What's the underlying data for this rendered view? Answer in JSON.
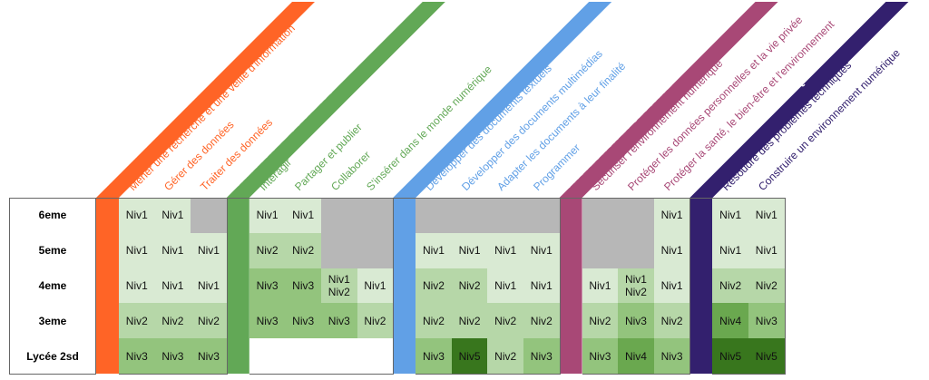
{
  "rows": [
    "6eme",
    "5eme",
    "4eme",
    "3eme",
    "Lycée 2sd"
  ],
  "level_colors": {
    "Niv1": "#d9ead3",
    "Niv2": "#b6d7a8",
    "Niv3": "#93c47d",
    "Niv4": "#6aa84f",
    "Niv5": "#38761d",
    "na": "#b7b7b7",
    "empty": "#ffffff"
  },
  "groups": [
    {
      "title": "INFORMATIONS ET DONNEES",
      "color": "#ff6426",
      "columns": [
        {
          "label": "Mener une recherche et une veille d'information",
          "values": [
            "Niv1",
            "Niv1",
            "Niv1",
            "Niv2",
            "Niv3"
          ]
        },
        {
          "label": "Gérer des données",
          "values": [
            "Niv1",
            "Niv1",
            "Niv1",
            "Niv2",
            "Niv3"
          ]
        },
        {
          "label": "Traiter des données",
          "values": [
            "na",
            "Niv1",
            "Niv1",
            "Niv2",
            "Niv3"
          ]
        }
      ]
    },
    {
      "title": "CREATION DE CONTENUS",
      "color": "#62a856",
      "columns": [
        {
          "label": "Interagir",
          "values": [
            "Niv1",
            "Niv2",
            "Niv3",
            "Niv3",
            "empty"
          ]
        },
        {
          "label": "Partager et publier",
          "values": [
            "Niv1",
            "Niv2",
            "Niv3",
            "Niv3",
            "empty"
          ]
        },
        {
          "label": "Collaborer",
          "values": [
            "na",
            "na",
            "Niv1\nNiv2",
            "Niv3",
            "empty"
          ]
        },
        {
          "label": "S'insérer dans le monde numérique",
          "values": [
            "na",
            "na",
            "Niv1",
            "Niv2",
            "empty"
          ]
        }
      ]
    },
    {
      "title": "COMMUNICATION ET COLLABORATION",
      "color": "#61a0e6",
      "columns": [
        {
          "label": "Développer des documents textuels",
          "values": [
            "na",
            "Niv1",
            "Niv2",
            "Niv2",
            "Niv3"
          ]
        },
        {
          "label": "Développer des documents multimédias",
          "values": [
            "na",
            "Niv1",
            "Niv2",
            "Niv2",
            "Niv5"
          ]
        },
        {
          "label": "Adapter les documents à leur finalité",
          "values": [
            "na",
            "Niv1",
            "Niv1",
            "Niv2",
            "Niv2"
          ]
        },
        {
          "label": "Programmer",
          "values": [
            "na",
            "Niv1",
            "Niv1",
            "Niv2",
            "Niv3"
          ]
        }
      ]
    },
    {
      "title": "PROTECTION ET SECURITE",
      "color": "#a84876",
      "columns": [
        {
          "label": "Sécuriser l'environnement numérique",
          "values": [
            "na",
            "na",
            "Niv1",
            "Niv2",
            "Niv3"
          ]
        },
        {
          "label": "Protéger les données personnelles et la vie privée",
          "values": [
            "na",
            "na",
            "Niv1\nNiv2",
            "Niv3",
            "Niv4"
          ]
        },
        {
          "label": "Protéger la santé, le bien-être et l'environnement",
          "values": [
            "Niv1",
            "Niv1",
            "Niv1",
            "Niv2",
            "Niv3"
          ]
        }
      ]
    },
    {
      "title": "ENVIRONNEMENT NUMERIQUE",
      "color": "#33206e",
      "columns": [
        {
          "label": "Résoudre des problèmes techniques",
          "values": [
            "Niv1",
            "Niv1",
            "Niv2",
            "Niv4",
            "Niv5"
          ]
        },
        {
          "label": "Construire un environnement numérique",
          "values": [
            "Niv1",
            "Niv1",
            "Niv2",
            "Niv3",
            "Niv5"
          ]
        }
      ]
    }
  ]
}
